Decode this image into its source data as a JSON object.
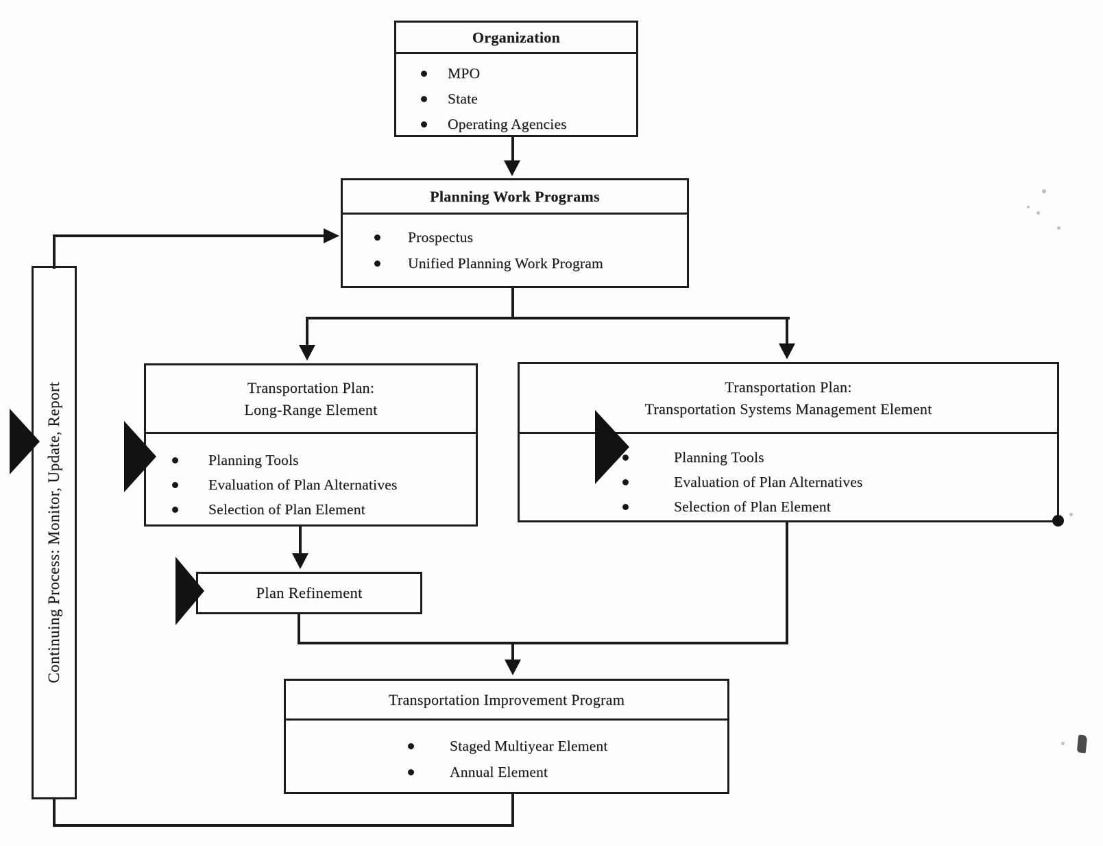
{
  "page": {
    "paper_color": "#fdfdfb",
    "ink_color": "#1b1b1b"
  },
  "boxes": {
    "organization": {
      "title": "Organization",
      "items": [
        "MPO",
        "State",
        "Operating Agencies"
      ]
    },
    "planning_work_programs": {
      "title": "Planning Work Programs",
      "items": [
        "Prospectus",
        "Unified Planning Work Program"
      ]
    },
    "long_range_element": {
      "title_lines": [
        "Transportation Plan:",
        "Long-Range Element"
      ],
      "items": [
        "Planning Tools",
        "Evaluation of Plan Alternatives",
        "Selection of Plan Element"
      ]
    },
    "tsm_element": {
      "title_lines": [
        "Transportation Plan:",
        "Transportation Systems Management Element"
      ],
      "items": [
        "Planning Tools",
        "Evaluation of Plan Alternatives",
        "Selection of Plan Element"
      ]
    },
    "plan_refinement": {
      "title": "Plan Refinement"
    },
    "transportation_improvement_program": {
      "title": "Transportation Improvement Program",
      "items": [
        "Staged Multiyear Element",
        "Annual Element"
      ]
    }
  },
  "sidebar": {
    "label": "Continuing Process: Monitor, Update, Report"
  }
}
